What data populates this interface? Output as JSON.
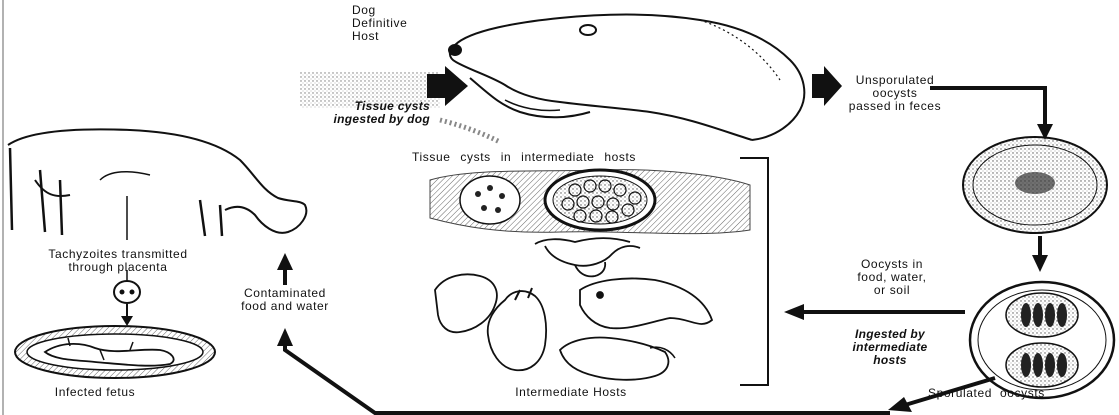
{
  "labels": {
    "dog_host": "Dog\nDefinitive\nHost",
    "tissue_cysts_ingested": "Tissue cysts\ningested by dog",
    "unsporulated": "Unsporulated\noocysts\npassed in feces",
    "tissue_cysts_intermediate": "Tissue cysts in intermediate hosts",
    "tachyzoites": "Tachyzoites transmitted\nthrough placenta",
    "contaminated": "Contaminated\nfood and water",
    "infected_fetus": "Infected fetus",
    "intermediate_hosts": "Intermediate Hosts",
    "oocysts_in_food": "Oocysts in\nfood, water,\nor soil",
    "ingested_by_intermediate": "Ingested by\nintermediate\nhosts",
    "sporulated": "Sporulated oocysts"
  },
  "colors": {
    "ink": "#111111",
    "background": "#ffffff",
    "shade": "#9a9a9a"
  },
  "icons": [
    "dog-head-drawing",
    "cow-drawing",
    "unsporulated-oocyst-drawing",
    "sporulated-oocyst-drawing",
    "tissue-cyst-drawing",
    "intermediate-hosts-drawing",
    "fetus-drawing",
    "placenta-drawing"
  ]
}
